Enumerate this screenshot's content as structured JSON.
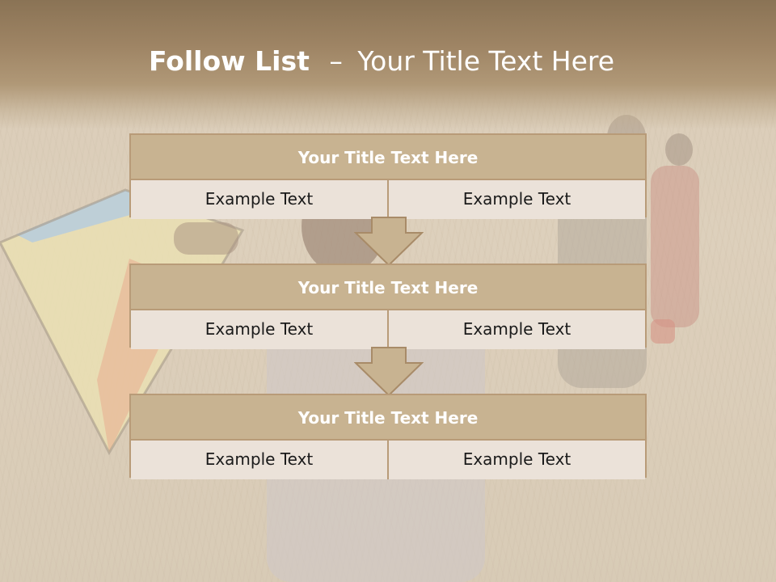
{
  "slide": {
    "title_bold": "Follow List",
    "title_separator": "–",
    "title_rest": "Your Title Text Here"
  },
  "blocks": [
    {
      "title": "Your Title Text Here",
      "left": "Example Text",
      "right": "Example Text"
    },
    {
      "title": "Your Title Text Here",
      "left": "Example Text",
      "right": "Example Text"
    },
    {
      "title": "Your Title Text Here",
      "left": "Example Text",
      "right": "Example Text"
    }
  ],
  "colors": {
    "header": "#9e8464",
    "block_title_fill": "#c8b391",
    "cell_fill": "#ebe2d9",
    "border": "#b89b78",
    "arrow_fill": "#c8b391"
  }
}
